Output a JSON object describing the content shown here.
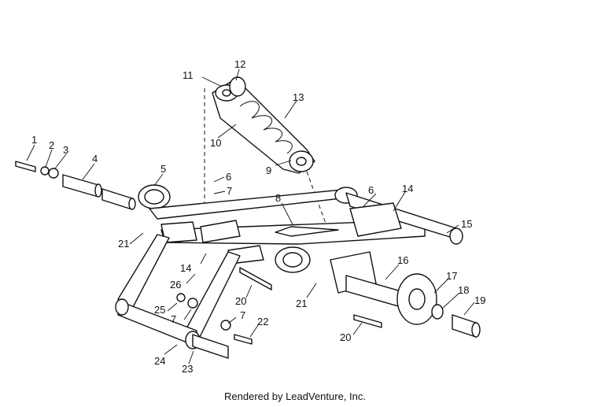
{
  "diagram": {
    "callouts": [
      "1",
      "2",
      "3",
      "4",
      "5",
      "6",
      "7",
      "8",
      "9",
      "10",
      "11",
      "12",
      "13",
      "14",
      "15",
      "16",
      "17",
      "18",
      "19",
      "20",
      "21",
      "22",
      "23",
      "24",
      "25",
      "26",
      "6",
      "7",
      "14",
      "20",
      "21",
      "7"
    ]
  },
  "footer": {
    "text": "Rendered by LeadVenture, Inc."
  }
}
